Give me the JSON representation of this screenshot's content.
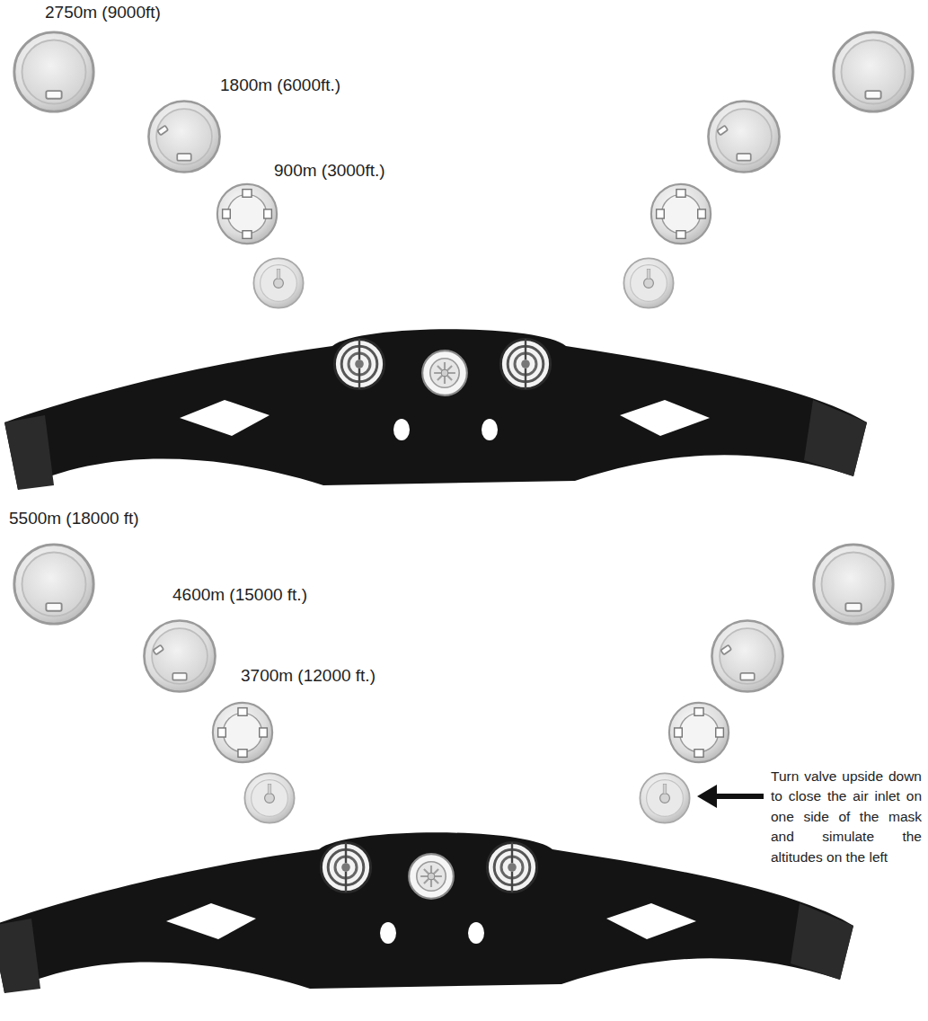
{
  "diagram": {
    "labels": [
      "2750m (9000ft)",
      "1800m (6000ft.)",
      "900m (3000ft.)",
      "5500m (18000 ft)",
      "4600m (15000 ft.)",
      "3700m (12000 ft.)",
      "Turn valve upside down to close the air inlet on one side of the mask and simulate the altitudes on the left"
    ]
  }
}
